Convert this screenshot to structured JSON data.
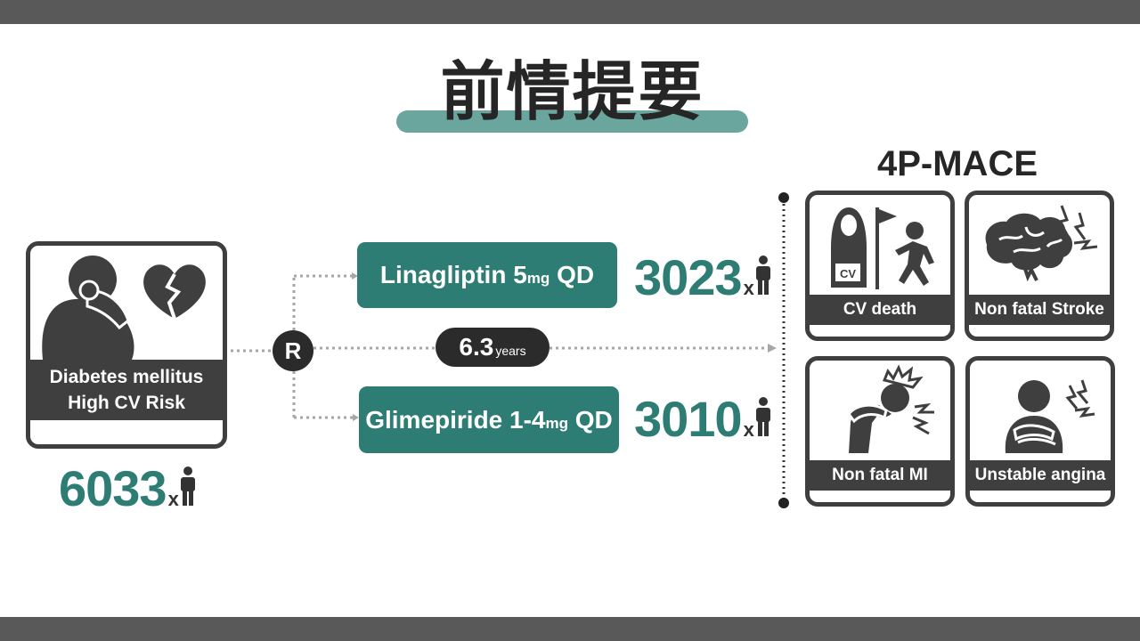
{
  "title": "前情提要",
  "patient": {
    "line1": "Diabetes mellitus",
    "line2": "High CV Risk",
    "count": "6033",
    "times": "x"
  },
  "randomization": "R",
  "arms": [
    {
      "drug": "Linagliptin 5",
      "unit": "mg",
      "freq": " QD",
      "count": "3023",
      "times": "x"
    },
    {
      "drug": "Glimepiride 1-4",
      "unit": "mg",
      "freq": " QD",
      "count": "3010",
      "times": "x"
    }
  ],
  "duration": {
    "value": "6.3",
    "unit": "years"
  },
  "mace": {
    "title": "4P-MACE",
    "cv_tag": "CV",
    "items": [
      {
        "label": "CV death",
        "icon": "grim-reaper-icon"
      },
      {
        "label": "Non fatal Stroke",
        "icon": "brain-icon"
      },
      {
        "label": "Non fatal MI",
        "icon": "chest-pain-icon"
      },
      {
        "label": "Unstable angina",
        "icon": "clutching-chest-icon"
      }
    ]
  },
  "colors": {
    "accent": "#2e7d74",
    "dark": "#3f3f3f",
    "underline": "#6aa59e",
    "bars": "#595959"
  }
}
